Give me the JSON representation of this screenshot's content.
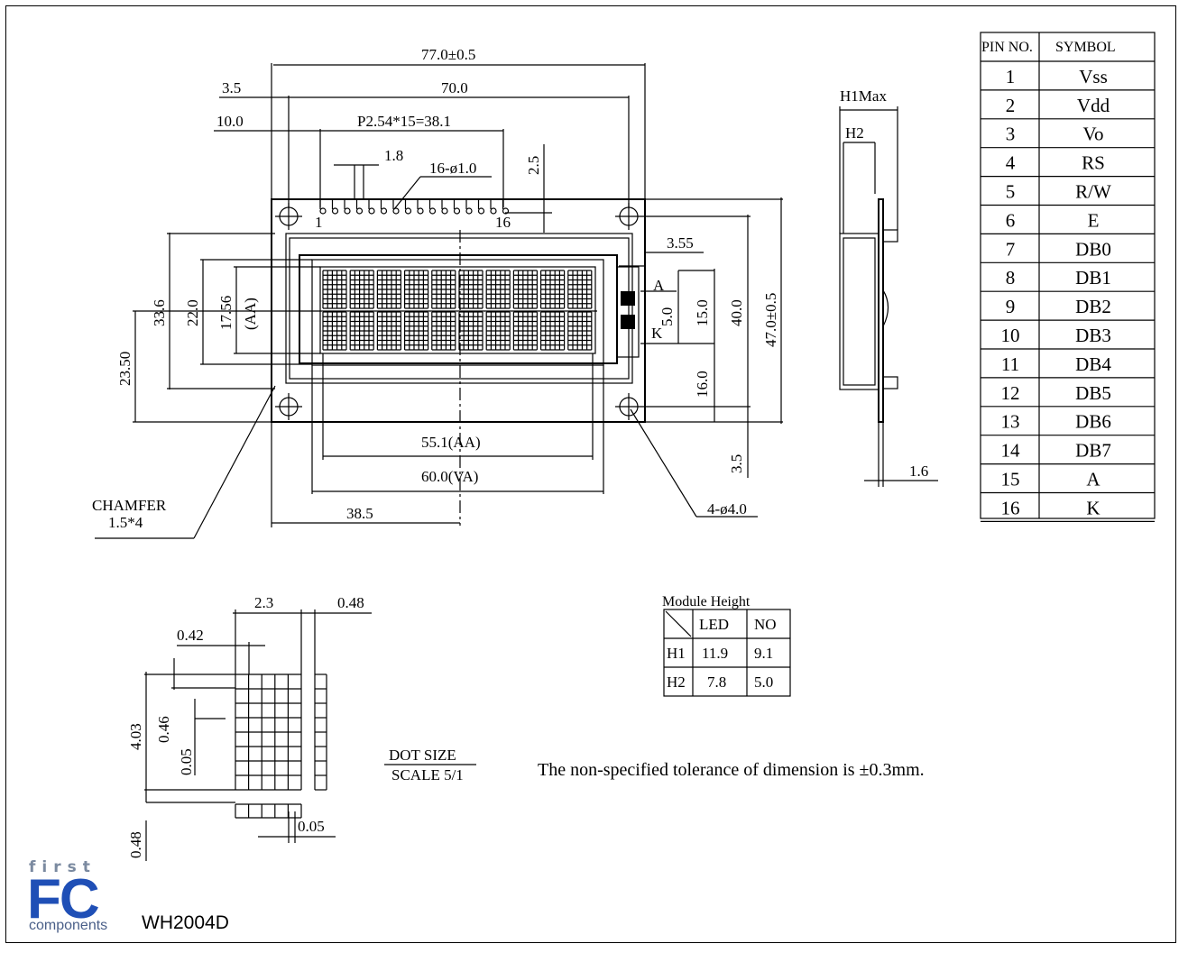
{
  "dims": {
    "d77": "77.0±0.5",
    "d70": "70.0",
    "d35": "3.5",
    "d100": "10.0",
    "pitch": "P2.54*15=38.1",
    "d18": "1.8",
    "holes16": "16-ø1.0",
    "d25": "2.5",
    "pin1": "1",
    "pin16": "16",
    "d355": "3.55",
    "d336": "33.6",
    "d220": "22.0",
    "d1756": "17.56",
    "aa": "(AA)",
    "d2350": "23.50",
    "d150": "15.0",
    "d50": "5.0",
    "d400": "40.0",
    "d470": "47.0±0.5",
    "d160": "16.0",
    "d35b": "3.5",
    "d551": "55.1(AA)",
    "d600": "60.0(VA)",
    "d385": "38.5",
    "chamfer1": "CHAMFER",
    "chamfer2": "1.5*4",
    "holes4": "4-ø4.0",
    "labA": "A",
    "labK": "K",
    "side_h1": "H1Max",
    "side_h2": "H2",
    "side_16": "1.6"
  },
  "pin_table": {
    "header": [
      "PIN NO.",
      "SYMBOL"
    ],
    "rows": [
      [
        "1",
        "Vss"
      ],
      [
        "2",
        "Vdd"
      ],
      [
        "3",
        "Vo"
      ],
      [
        "4",
        "RS"
      ],
      [
        "5",
        "R/W"
      ],
      [
        "6",
        "E"
      ],
      [
        "7",
        "DB0"
      ],
      [
        "8",
        "DB1"
      ],
      [
        "9",
        "DB2"
      ],
      [
        "10",
        "DB3"
      ],
      [
        "11",
        "DB4"
      ],
      [
        "12",
        "DB5"
      ],
      [
        "13",
        "DB6"
      ],
      [
        "14",
        "DB7"
      ],
      [
        "15",
        "A"
      ],
      [
        "16",
        "K"
      ]
    ]
  },
  "module_height": {
    "title": "Module Height",
    "cols": [
      "LED",
      "NO"
    ],
    "rows": [
      {
        "label": "H1",
        "values": [
          "11.9",
          "9.1"
        ]
      },
      {
        "label": "H2",
        "values": [
          "7.8",
          "5.0"
        ]
      }
    ]
  },
  "dot": {
    "d23": "2.3",
    "d048a": "0.48",
    "d042": "0.42",
    "d403": "4.03",
    "d046": "0.46",
    "d005a": "0.05",
    "d005b": "0.05",
    "d048b": "0.48",
    "label1": "DOT SIZE",
    "label2": "SCALE 5/1"
  },
  "note": "The non-specified tolerance of dimension is  ±0.3mm.",
  "logo": {
    "first": "first",
    "fc": "FC",
    "components": "components"
  },
  "model": "WH2004D"
}
